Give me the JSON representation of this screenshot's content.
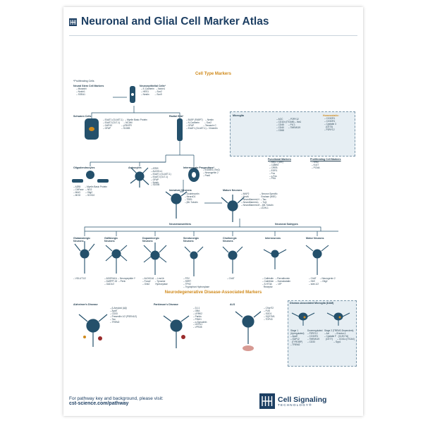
{
  "title": "Neuronal and Glial Cell Marker Atlas",
  "sections": {
    "cell_type": "Cell Type Markers",
    "disease": "Neurodegenerative Disease-Associated Markers"
  },
  "note": "*Proliferating Cells",
  "nodes": {
    "nscs": {
      "name": "Neural Stem Cell Markers",
      "markers": "– Musashi\n– Notch1\n– SSEA1"
    },
    "neuroepi": {
      "name": "Neuroepithelial Cells*",
      "markers": "– E-Cadherin   – Notch1\n– HES1          – Sox2\n– Nestin         – Sox9"
    },
    "schwann": {
      "name": "Schwann Cells",
      "markers": "– EAAT1 (GLAST-1)   – Myelin Basic Protein\n– EAAT2 (GLT-1)      – NCAM\n– GAP43               – p75NTR\n– GFAP                 – S100B"
    },
    "radial": {
      "name": "Radial Glia*",
      "markers": "– BLBP (FABP7)    – Nestin\n– N-Cadherin        – Sox2\n– GFAP               – Tenascin C\n– EAAT1 (GLAST-1) – Vimentin"
    },
    "oligo": {
      "name": "Oligodendrocytes",
      "markers": "– A2B5       – Myelin Basic Protein\n– CNPase   – NG2\n– MAG        – Olig2\n– MOG        – SOX10"
    },
    "astro": {
      "name": "Astrocytes",
      "markers": "– ATBS\n– ALDH1L1\n– EAAT1 (GLAST-1)\n– EAAT2 (GLT-1)\n– GFAP\n– Notch\n– S100B"
    },
    "inter_prog": {
      "name": "Intermediate Progenitors*",
      "markers": "– EOMES (Tbr2)\n– Neurogenin 2\n– Pax6"
    },
    "immature": {
      "name": "Immature Neurons",
      "markers": "– Doublecortin\n– NeuroD1\n– TBR1\n– βIII-Tubulin"
    },
    "mature": {
      "name": "Mature Neurons",
      "markers": "– MAP2                 – Neuron Specific\n– NeuN                    Enolase (NSE)\n– Neurofilament-H  – Tau\n– Neurofilament-L   – Tuj1\n– Neurofilament-M – βIII-Tubulin\n                             – UCHL1"
    },
    "microglia": {
      "name": "Microglia",
      "markers": "– AGC         – P2RY12\n– CD11b (ITGAM) – Iba1\n– CD45       – PU.1\n– CD40       – TMEM119\n– CD68"
    },
    "homeostatic": {
      "name": "Homeostatic:",
      "markers": "– CX3CR1\n– CX3CR1\n– Cystatin 3\n  (CST3)\n– P2RY12"
    },
    "functional": {
      "name": "Functional Markers",
      "markers": "– Arg1.1 (Arc)\n– CaMKII\n– CREB\n– EGR1\n– Fos\n– c-Fos\n– PKA"
    },
    "prolif": {
      "name": "Proliferating Cell Markers",
      "markers": "– BrdU\n– Ki-67\n– PCNA"
    }
  },
  "bars": {
    "neurotransmitters": "Neurotransmitters",
    "subtypes": "Neuronal Subtypes"
  },
  "neurons": [
    {
      "name": "Glutamatergic\nNeurons",
      "markers": "– VGLUT1/2"
    },
    {
      "name": "GABAergic\nNeurons",
      "markers": "– ADGRA1A  – Neuropeptide Y\n– DARPP-32  – Penk\n– GAD1/2"
    },
    {
      "name": "Dopaminergic\nNeurons",
      "markers": "– ALDH1A1  – Lmx1b\n– Foxa2       – Tyrosine\n– Girk2         Hydroxylase"
    },
    {
      "name": "Serotonergic\nNeurons",
      "markers": "– FEV\n– SERT\n– TPH2\n– Tryptophan Hydroxylase"
    },
    {
      "name": "Cholinergic\nNeurons",
      "markers": "– ChAT"
    },
    {
      "name": "Interneurons",
      "markers": "– Calbindin   – Parvalbumin\n– Calretinin   – Somatostatin\n– 5-HT3A       – VIP\n  Receptor"
    },
    {
      "name": "Motor Neurons",
      "markers": "– ChAT      – Neurogenin 2\n– Hb9         – Olig2\n– Islet-1/2"
    }
  ],
  "diseases": [
    {
      "name": "Alzheimer's Disease",
      "markers": "– β-Amyloid (Aβ)\n– ApoE\n– CD33\n– Presenilin 1/2 (PSEN1/2)\n– Tau\n– TREM2"
    },
    {
      "name": "Parkinson's Disease",
      "markers": "– DJ-1\n– GBA\n– LRRK2\n– Parkin\n– PINK1\n– α-Synuclein\n– UCHL1\n– VPS35"
    },
    {
      "name": "ALS",
      "markers": "– C9orf72\n– FUS\n– SOD1\n– SQSTM1\n– TDP43"
    }
  ],
  "dam": {
    "title": "Disease-Associated Microglia (DAM)",
    "stage1": "Stage 1\n(Upregulated)\n– ApoE\n– DAP12\n  (TYROBP)\n– TREM2",
    "down": "Downregulated\n– P2RY12\n– CX3CR1\n– TMEM119\n– CD33",
    "stage2": "Stage 2 (TREM2-Dependent)\n– Axl         – Erector-1\n– Cystatin F   (CLEC7A)\n  (CST7)       – CD11c (ITGAX)\n               – Spp1"
  },
  "footer": {
    "line1": "For pathway key and background, please visit:",
    "url": "cst-science.com/pathway"
  },
  "brand": {
    "name": "Cell Signaling",
    "sub": "TECHNOLOGY®"
  },
  "colors": {
    "cell": "#24506b",
    "accent": "#d08a1c",
    "title": "#1d3f63",
    "disease": "#9a2b2b"
  }
}
